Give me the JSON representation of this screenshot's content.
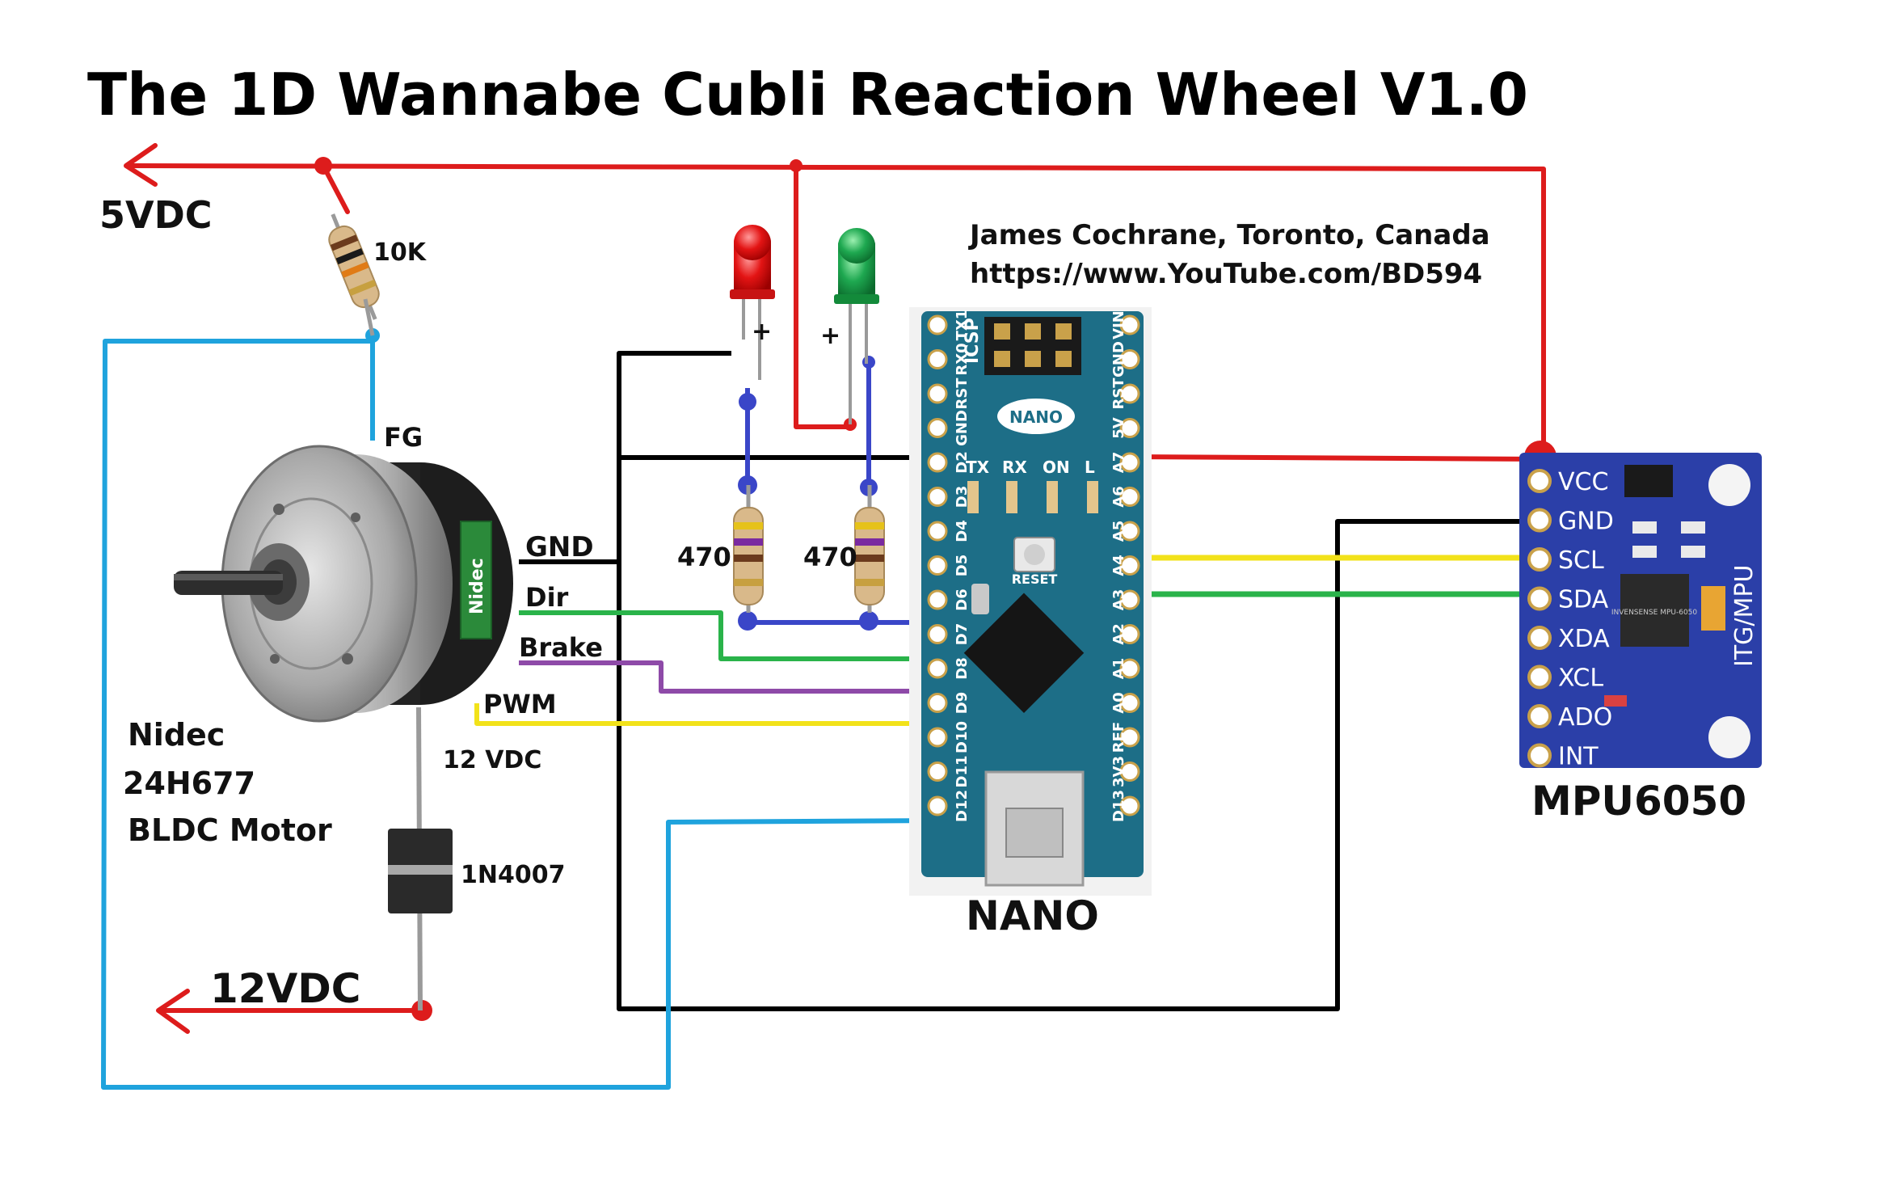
{
  "title": "The 1D Wannabe Cubli Reaction Wheel V1.0",
  "credit": {
    "author": "James Cochrane, Toronto, Canada",
    "url": "https://www.YouTube.com/BD594"
  },
  "labels": {
    "supply_5v": "5VDC",
    "supply_12v": "12VDC",
    "resistor_pullup": "10K",
    "resistor_led_red": "470",
    "resistor_led_green": "470",
    "led_plus_red": "+",
    "led_plus_green": "+",
    "fg": "FG",
    "gnd": "GND",
    "dir": "Dir",
    "brake": "Brake",
    "pwm": "PWM",
    "motor_12v": "12 VDC",
    "diode": "1N4007",
    "motor_name": [
      "Nidec",
      "24H677",
      "BLDC Motor"
    ],
    "motor_brand": "Nidec",
    "nano": "NANO",
    "mpu": "MPU6050"
  },
  "nano_board": {
    "badge": "NANO",
    "icsp": "ICSP",
    "reset": "RESET",
    "leds": [
      "TX",
      "RX",
      "ON",
      "L"
    ],
    "left_pins": [
      "TX1",
      "RX0",
      "RST",
      "GND",
      "D2",
      "D3",
      "D4",
      "D5",
      "D6",
      "D7",
      "D8",
      "D9",
      "D10",
      "D11",
      "D12"
    ],
    "right_pins": [
      "VIN",
      "GND",
      "RST",
      "5V",
      "A7",
      "A6",
      "A5",
      "A4",
      "A3",
      "A2",
      "A1",
      "A0",
      "REF",
      "3V3",
      "D13"
    ]
  },
  "mpu_board": {
    "pins": [
      "VCC",
      "GND",
      "SCL",
      "SDA",
      "XDA",
      "XCL",
      "ADO",
      "INT"
    ],
    "side_label": "ITG/MPU",
    "chip_text": "INVENSENSE MPU-6050"
  },
  "colors": {
    "power": "#dd1c1c",
    "ground": "#000000",
    "fg_signal": "#1fa3dd",
    "led_wires": "#3a46c8",
    "dir_wire": "#2ab34a",
    "brake_wire": "#8e4aa8",
    "pwm_wire": "#f2e21a",
    "scl_wire": "#f2e21a",
    "sda_wire": "#2ab34a",
    "nano_board": "#1d6e87",
    "mpu_board": "#2b3fa8"
  }
}
